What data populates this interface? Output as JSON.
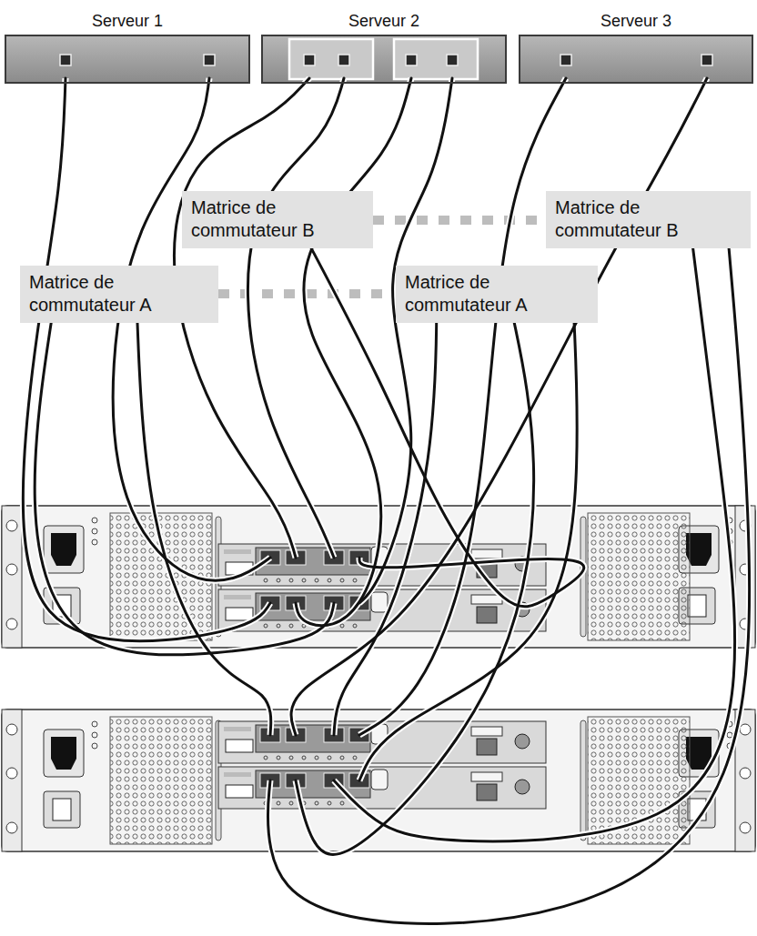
{
  "diagram": {
    "nodes": [
      {
        "text": [
          "Serveur 1"
        ]
      },
      {
        "text": [
          "Serveur 2"
        ]
      },
      {
        "text": [
          "Serveur 3"
        ]
      },
      {
        "text": [
          "Matrice de commutateur B"
        ]
      },
      {
        "text": [
          "Matrice de commutateur B"
        ]
      },
      {
        "text": [
          "Matrice de commutateur A"
        ]
      },
      {
        "text": [
          "Matrice de commutateur A"
        ]
      }
    ]
  }
}
